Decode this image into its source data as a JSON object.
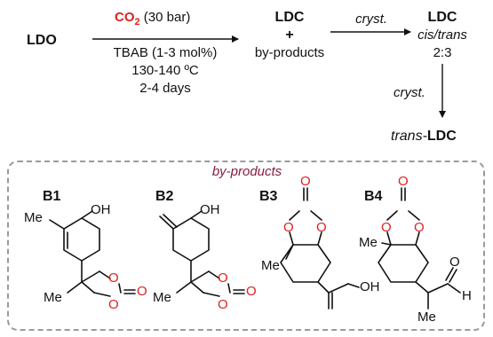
{
  "scheme": {
    "reactant": "LDO",
    "step1_above_reagent": "CO",
    "step1_above_subscript": "2",
    "step1_above_pressure": "(30 bar)",
    "step1_below": [
      "TBAB (1-3 mol%)",
      "130-140 ºC",
      "2-4 days"
    ],
    "product_mix_line1": "LDC",
    "product_mix_plus": "+",
    "product_mix_line2": "by-products",
    "cryst_label_1": "cryst.",
    "ldc_mix_title": "LDC",
    "ldc_mix_isomers": "cis/trans",
    "ldc_mix_ratio": "2:3",
    "cryst_label_2": "cryst.",
    "final_prefix": "trans-",
    "final_compound": "LDC"
  },
  "byproducts": {
    "title": "by-products",
    "compounds": [
      {
        "id": "B1",
        "labels": {
          "me_top": "Me",
          "oh": "OH",
          "me_bottom": "Me",
          "o1": "O",
          "o2": "O",
          "o_carbonyl": "O"
        }
      },
      {
        "id": "B2",
        "labels": {
          "oh": "OH",
          "me_bottom": "Me",
          "o1": "O",
          "o2": "O",
          "o_carbonyl": "O"
        }
      },
      {
        "id": "B3",
        "labels": {
          "o_carbonyl": "O",
          "o1": "O",
          "o2": "O",
          "me": "Me",
          "oh": "OH"
        }
      },
      {
        "id": "B4",
        "labels": {
          "o_carbonyl": "O",
          "o1": "O",
          "o2": "O",
          "me_top": "Me",
          "me_bottom": "Me",
          "o_aldehyde": "O",
          "h": "H"
        }
      }
    ]
  },
  "colors": {
    "co2_red": "#e02020",
    "byproducts_title": "#8a1c3c",
    "box_border": "#9a9a9a"
  }
}
